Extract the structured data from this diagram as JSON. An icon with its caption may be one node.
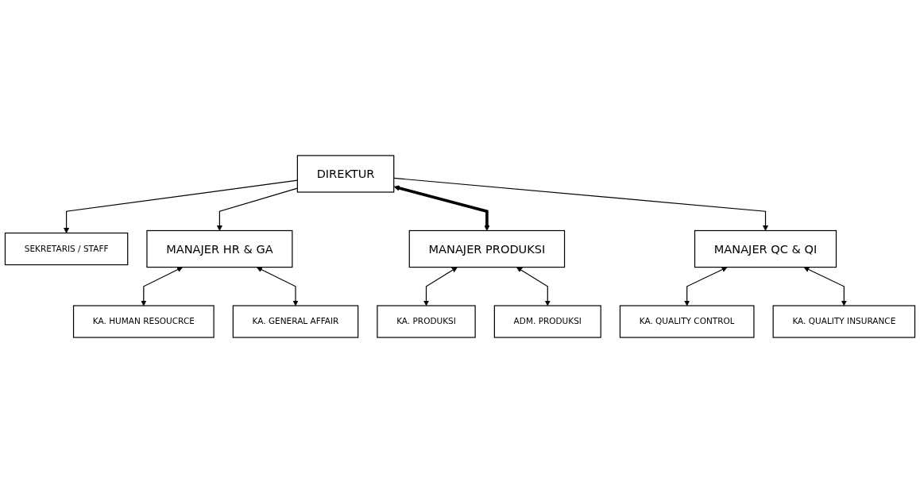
{
  "diagram": {
    "nodes": [
      {
        "text": [
          "DIREKTUR"
        ]
      },
      {
        "text": [
          "SEKRETARIS / STAFF"
        ]
      },
      {
        "text": [
          "MANAJER HR & GA"
        ]
      },
      {
        "text": [
          "MANAJER PRODUKSI"
        ]
      },
      {
        "text": [
          "MANAJER QC & QI"
        ]
      },
      {
        "text": [
          "KA. HUMAN RESOUCRCE"
        ]
      },
      {
        "text": [
          "KA. GENERAL AFFAIR"
        ]
      },
      {
        "text": [
          "KA. PRODUKSI"
        ]
      },
      {
        "text": [
          "ADM. PRODUKSI"
        ]
      },
      {
        "text": [
          "KA. QUALITY CONTROL"
        ]
      },
      {
        "text": [
          "KA. QUALITY INSURANCE"
        ]
      }
    ],
    "edges": [
      {
        "from": 0,
        "to": 1,
        "arrow": "to"
      },
      {
        "from": 0,
        "to": 2,
        "arrow": "to"
      },
      {
        "from": 0,
        "to": 3,
        "arrow": "both",
        "style": "thick"
      },
      {
        "from": 0,
        "to": 4,
        "arrow": "to"
      },
      {
        "from": 2,
        "to": 5,
        "arrow": "both"
      },
      {
        "from": 2,
        "to": 6,
        "arrow": "both"
      },
      {
        "from": 3,
        "to": 7,
        "arrow": "both"
      },
      {
        "from": 3,
        "to": 8,
        "arrow": "both"
      },
      {
        "from": 4,
        "to": 9,
        "arrow": "both"
      },
      {
        "from": 4,
        "to": 10,
        "arrow": "both"
      }
    ]
  }
}
